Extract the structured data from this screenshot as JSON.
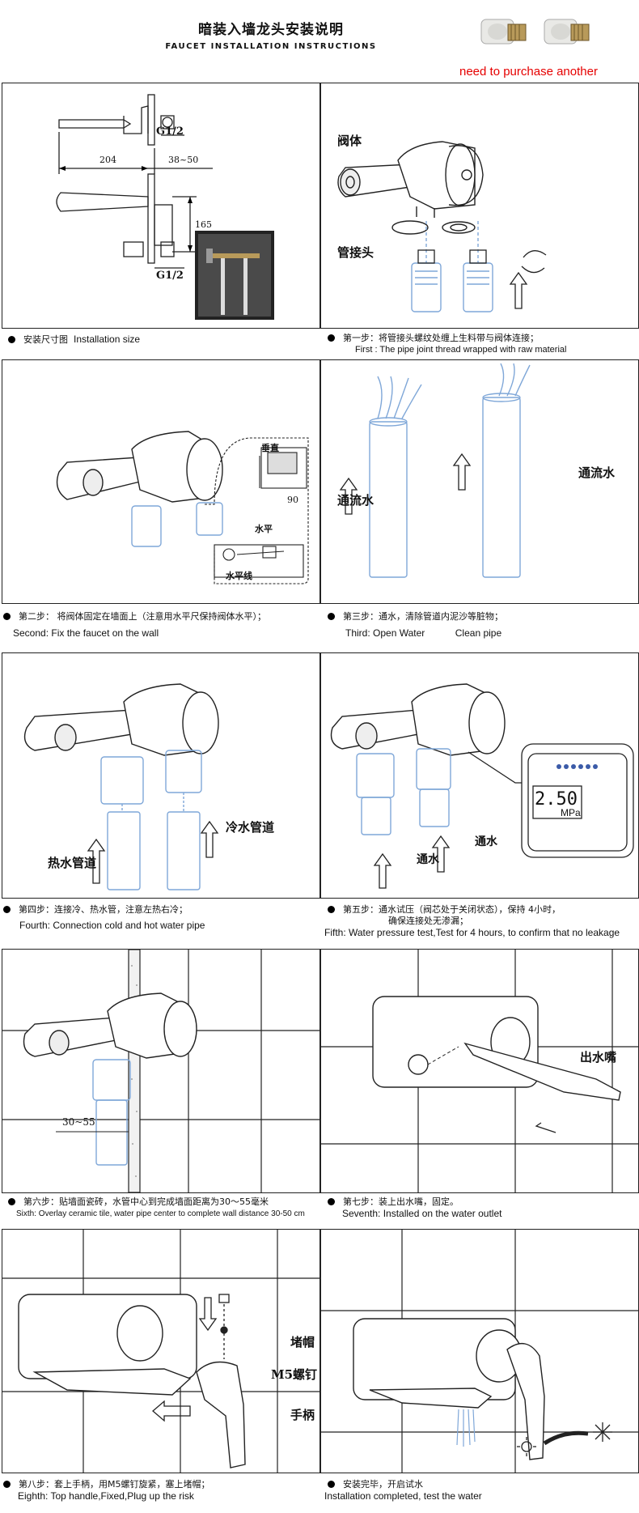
{
  "header": {
    "title_cn": "暗装入墙龙头安装说明",
    "title_en": "FAUCET INSTALLATION INSTRUCTIONS",
    "purchase_note": "need to purchase another"
  },
  "panels": {
    "size": {
      "label_g_top": "G1/2",
      "label_g_bottom": "G1/2",
      "dim_204": "204",
      "dim_38_50": "38~50",
      "dim_165": "165"
    },
    "step1": {
      "label_body": "阀体",
      "label_joint": "管接头"
    },
    "step2": {
      "label_vertical": "垂直",
      "label_90": "90",
      "label_horizontal": "水平",
      "label_level_line": "水平线"
    },
    "step3": {
      "label_left": "通流水",
      "label_right": "通流水"
    },
    "step4": {
      "label_hot": "热水管道",
      "label_cold": "冷水管道"
    },
    "step5": {
      "label_water_left": "通水",
      "label_water_right": "通水",
      "gauge_value": "2.50",
      "gauge_unit": "MPa"
    },
    "step6": {
      "label_distance": "30~55"
    },
    "step7": {
      "label_spout": "出水嘴"
    },
    "step8": {
      "label_cap": "堵帽",
      "label_screw": "M5螺钉",
      "label_handle": "手柄"
    }
  },
  "captions": {
    "c1_cn": "安装尺寸图",
    "c1_en": "Installation size",
    "c2_cn": "第一步：将管接头螺纹处缠上生料带与阀体连接；",
    "c2_en": "First : The pipe joint thread wrapped with raw material",
    "c3_cn": "第二步： 将阀体固定在墙面上（注意用水平尺保持阀体水平）；",
    "c3_en": "Second:  Fix the faucet on the wall",
    "c4_cn": "第三步：通水，清除管道内泥沙等脏物；",
    "c4_en1": "Third:  Open Water",
    "c4_en2": "Clean pipe",
    "c5_cn": "第四步：连接冷、热水管，注意左热右冷；",
    "c5_en": "Fourth: Connection cold and hot water pipe",
    "c6_cn1": "第五步：通水试压（阀芯处于关闭状态），保持 4小时，",
    "c6_cn2": "确保连接处无渗漏；",
    "c6_en": "Fifth: Water pressure test,Test for 4 hours, to confirm that no leakage",
    "c7_cn": "第六步：贴墙面瓷砖，水管中心到完成墙面距离为30～55毫米",
    "c7_en": "Sixth: Overlay ceramic tile, water pipe center to complete wall distance 30-50 cm",
    "c8_cn": "第七步：装上出水嘴，固定。",
    "c8_en": "Seventh:   Installed on the water outlet",
    "c9_cn": "第八步：套上手柄，用M5螺钉旋紧，塞上堵帽；",
    "c9_en": "Eighth:  Top handle,Fixed,Plug up the risk",
    "c10_cn": "安装完毕，开启试水",
    "c10_en": "Installation completed, test the water"
  }
}
